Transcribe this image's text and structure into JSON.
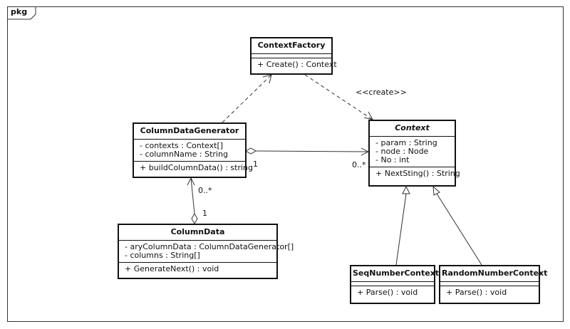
{
  "package": {
    "label": "pkg"
  },
  "classes": {
    "context_factory": {
      "name": "ContextFactory",
      "attributes": [],
      "operations": [
        "+ Create() : Context"
      ]
    },
    "column_data_generator": {
      "name": "ColumnDataGenerator",
      "attributes": [
        "- contexts : Context[]",
        "- columnName : String"
      ],
      "operations": [
        "+ buildColumnData() : string"
      ]
    },
    "context": {
      "name": "Context",
      "abstract": true,
      "attributes": [
        "- param : String",
        "- node : Node",
        "- No : int"
      ],
      "operations": [
        "+ NextSting() : String"
      ]
    },
    "column_data": {
      "name": "ColumnData",
      "attributes": [
        "- aryColumnData : ColumnDataGenerator[]",
        "- columns : String[]"
      ],
      "operations": [
        "+ GenerateNext() : void"
      ]
    },
    "seq_number_context": {
      "name": "SeqNumberContext",
      "attributes": [],
      "operations": [
        "+ Parse() : void"
      ]
    },
    "random_number_context": {
      "name": "RandomNumberContext",
      "attributes": [],
      "operations": [
        "+ Parse() : void"
      ]
    }
  },
  "relations": {
    "create_stereotype": "<<create>>",
    "generator_context_source_mult": "1",
    "generator_context_target_mult": "0..*",
    "columndata_generator_target_mult": "0..*",
    "columndata_generator_source_mult": "1"
  }
}
